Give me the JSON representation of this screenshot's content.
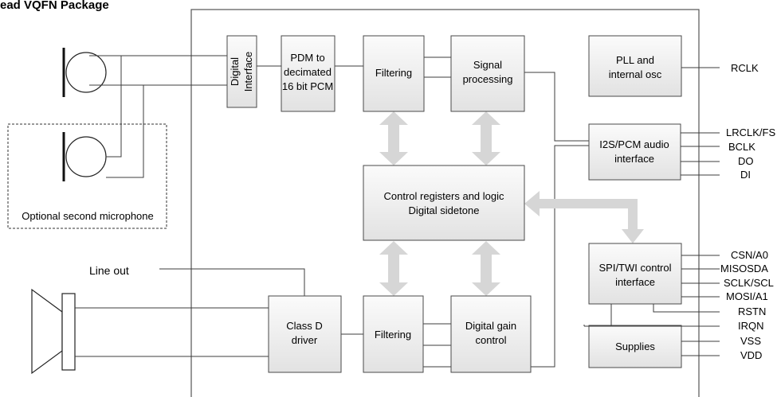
{
  "title": "ead VQFN Package",
  "blocks": {
    "digital_interface": [
      "Digital",
      "Interface"
    ],
    "pdm": [
      "PDM to",
      "decimated",
      "16 bit PCM"
    ],
    "filtering_top": [
      "Filtering"
    ],
    "signal_processing": [
      "Signal",
      "processing"
    ],
    "pll": [
      "PLL and",
      "internal osc"
    ],
    "i2s": [
      "I2S/PCM audio",
      "interface"
    ],
    "control": [
      "Control registers and logic",
      "Digital sidetone"
    ],
    "spi": [
      "SPI/TWI control",
      "interface"
    ],
    "class_d": [
      "Class D",
      "driver"
    ],
    "filtering_bottom": [
      "Filtering"
    ],
    "digital_gain": [
      "Digital gain",
      "control"
    ],
    "supplies": [
      "Supplies"
    ]
  },
  "optional_mic_label": "Optional second microphone",
  "line_out_label": "Line out",
  "pins": {
    "rclk": "RCLK",
    "lrclk": "LRCLK/FS",
    "bclk": "BCLK",
    "do": "DO",
    "di": "DI",
    "csn": "CSN/A0",
    "misosda": "MISOSDA",
    "sclk": "SCLK/SCL",
    "mosi": "MOSI/A1",
    "rstn": "RSTN",
    "irqn": "IRQN",
    "vss": "VSS",
    "vdd": "VDD"
  }
}
